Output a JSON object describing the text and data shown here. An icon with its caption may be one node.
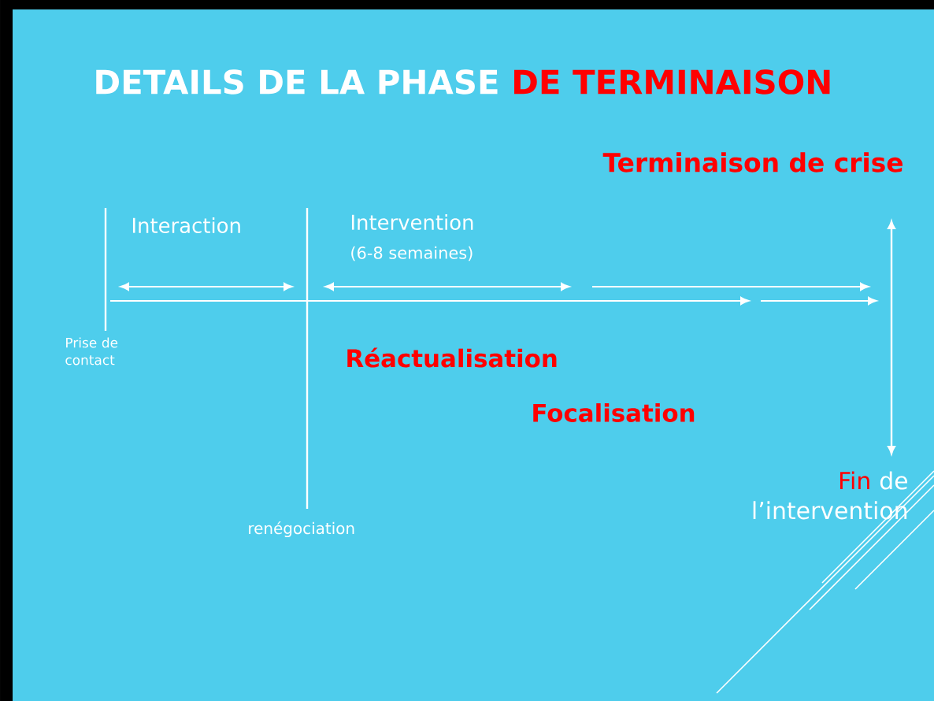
{
  "diagram": {
    "title": "DETAILS DE LA PHASE",
    "nodes": [
      {
        "text": [
          "Terminaison de crise"
        ]
      },
      {
        "text": [
          "Fin",
          "de l’intervention"
        ]
      }
    ],
    "edges": [
      {
        "from": 0,
        "to": 1,
        "arrow": "both"
      }
    ],
    "labels": [
      "DE TERMINAISON",
      "Interaction",
      "Intervention",
      "(6-8 semaines)",
      "Prise de contact",
      "Réactualisation",
      "Focalisation",
      "renégociation"
    ]
  }
}
